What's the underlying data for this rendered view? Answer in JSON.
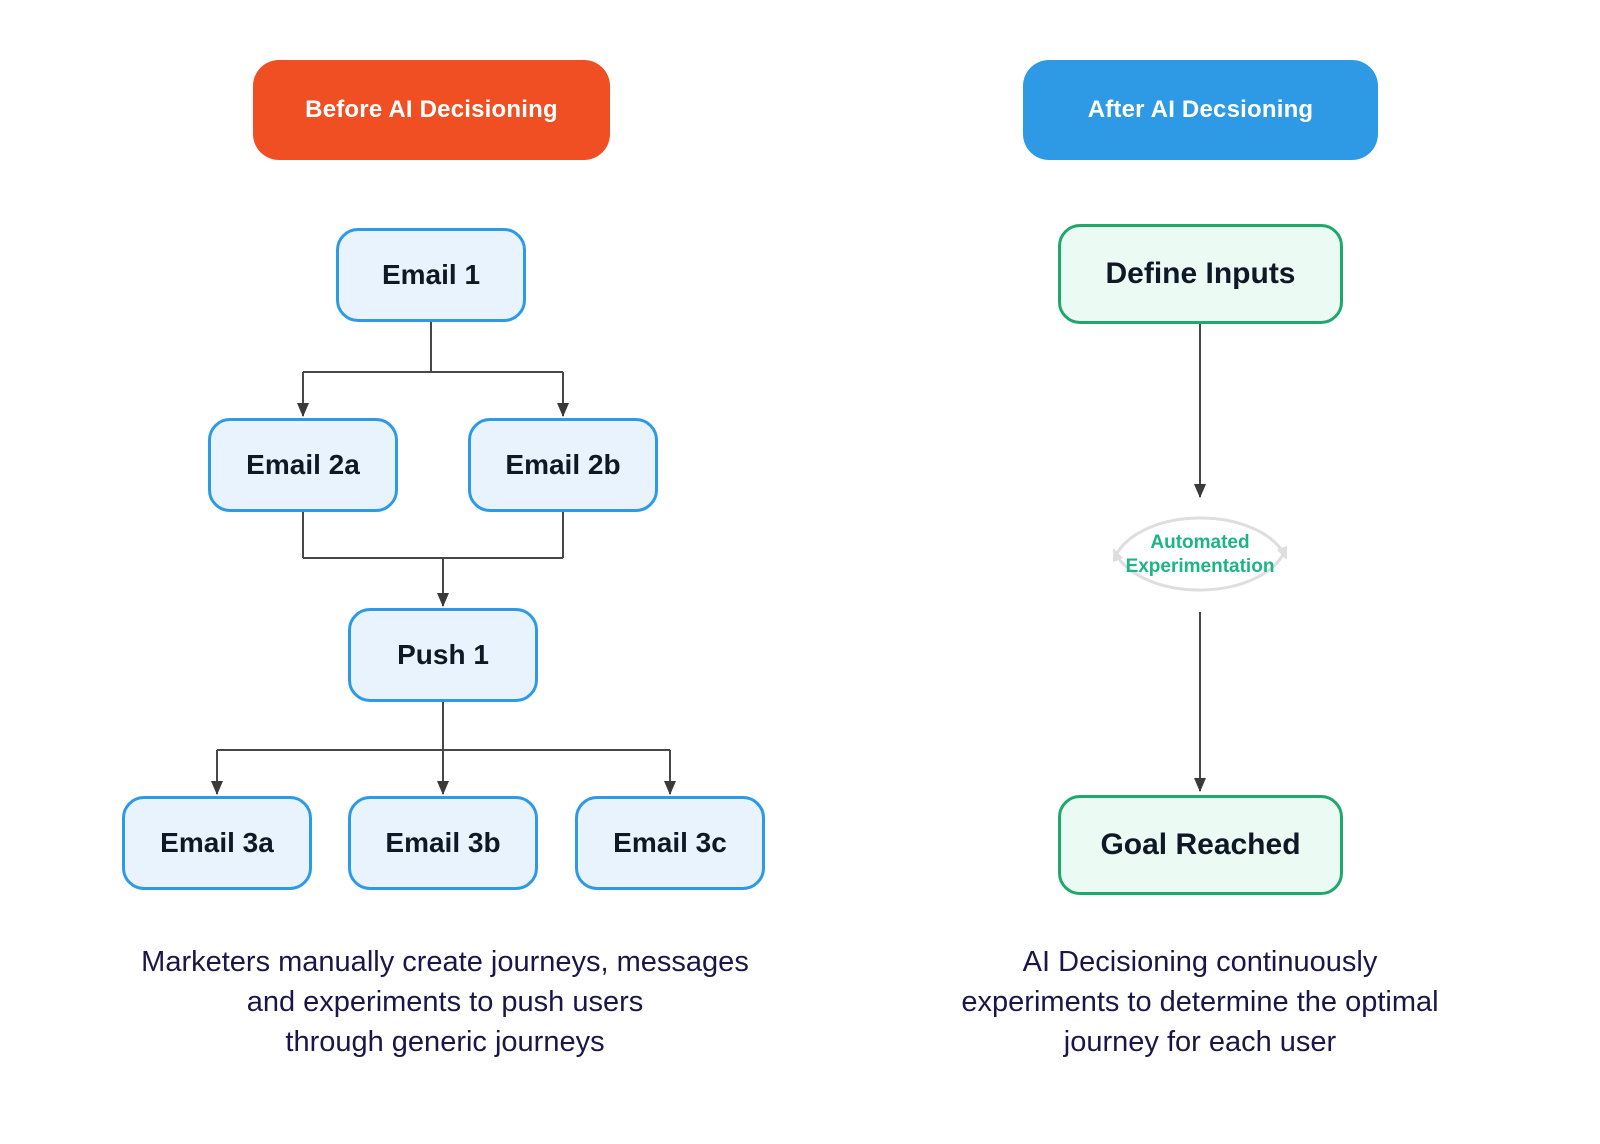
{
  "left": {
    "header": "Before AI Decisioning",
    "nodes": {
      "email1": "Email 1",
      "email2a": "Email 2a",
      "email2b": "Email 2b",
      "push1": "Push 1",
      "email3a": "Email 3a",
      "email3b": "Email 3b",
      "email3c": "Email 3c"
    },
    "caption": {
      "line1": "Marketers manually create journeys, messages",
      "line2": "and experiments to push users",
      "line3": "through generic journeys"
    }
  },
  "right": {
    "header": "After AI Decsioning",
    "nodes": {
      "define_inputs": "Define Inputs",
      "goal_reached": "Goal Reached"
    },
    "loop_label": {
      "line1": "Automated",
      "line2": "Experimentation"
    },
    "caption": {
      "line1": "AI Decisioning continuously",
      "line2": "experiments to determine the optimal",
      "line3": "journey for each user"
    }
  },
  "colors": {
    "before_header_bg": "#F04E23",
    "after_header_bg": "#2E9AE5",
    "blue_node_border": "#2E9AE5",
    "blue_node_fill": "#E8F3FD",
    "green_node_border": "#1FA86B",
    "green_node_fill": "#EBFAF2",
    "loop_label_text": "#1DB584",
    "loop_arrow": "#DEDEDE",
    "connector": "#474747",
    "caption_text": "#1B1648"
  }
}
